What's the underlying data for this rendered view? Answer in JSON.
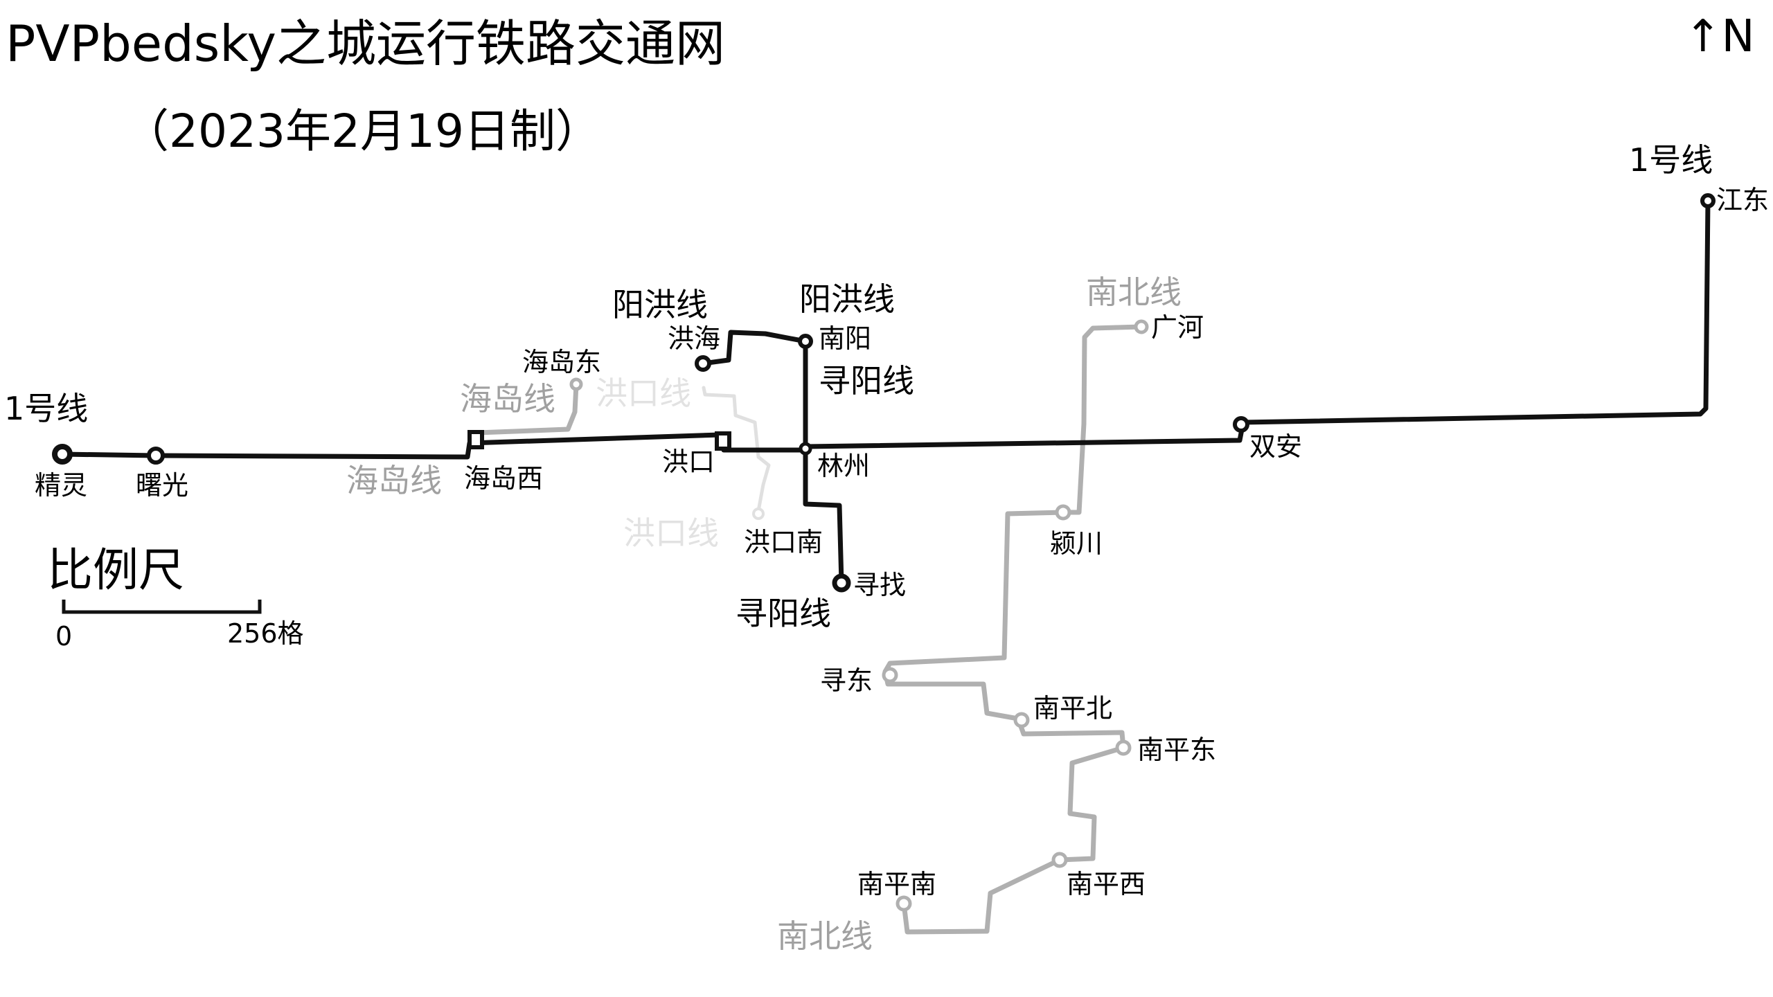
{
  "title": "PVPbedsky之城运行铁路交通网",
  "subtitle": "（2023年2月19日制）",
  "north_indicator": "↑N",
  "scale": {
    "title": "比例尺",
    "start": "0",
    "end": "256格"
  },
  "lines": {
    "line1": {
      "name": "1号线",
      "color": "#111111",
      "stations": [
        "精灵",
        "曙光",
        "海岛西",
        "洪口",
        "林州",
        "双安",
        "江东"
      ]
    },
    "yanghong": {
      "name": "阳洪线",
      "color": "#111111",
      "stations": [
        "洪海",
        "南阳"
      ]
    },
    "xunyang": {
      "name": "寻阳线",
      "color": "#111111",
      "stations": [
        "南阳",
        "林州",
        "寻找"
      ]
    },
    "haidao": {
      "name": "海岛线",
      "color": "#b0b0b0",
      "stations": [
        "海岛西",
        "海岛东"
      ]
    },
    "hongkou": {
      "name": "洪口线",
      "color": "#e0e0e0",
      "stations": [
        "洪口",
        "洪口南"
      ]
    },
    "nanbei": {
      "name": "南北线",
      "color": "#b0b0b0",
      "stations": [
        "广河",
        "颍川",
        "寻东",
        "南平北",
        "南平东",
        "南平西",
        "南平南"
      ]
    }
  },
  "labels": {
    "line1_west": "1号线",
    "line1_east": "1号线",
    "yanghong_a": "阳洪线",
    "yanghong_b": "阳洪线",
    "xunyang_a": "寻阳线",
    "xunyang_b": "寻阳线",
    "haidao_a": "海岛线",
    "haidao_b": "海岛线",
    "hongkou_a": "洪口线",
    "hongkou_b": "洪口线",
    "nanbei_a": "南北线",
    "nanbei_b": "南北线"
  },
  "stations": {
    "jingling": "精灵",
    "shuguang": "曙光",
    "haidaoxi": "海岛西",
    "haidaodong": "海岛东",
    "hongkou": "洪口",
    "hongkounan": "洪口南",
    "linzhou": "林州",
    "nanyang": "南阳",
    "honghai": "洪海",
    "xunzhao": "寻找",
    "shuangan": "双安",
    "jiangdong": "江东",
    "guanghe": "广河",
    "yingchuan": "颍川",
    "xundong": "寻东",
    "nanpingbei": "南平北",
    "nanpingdong": "南平东",
    "nanpingxi": "南平西",
    "nanpingnan": "南平南"
  }
}
